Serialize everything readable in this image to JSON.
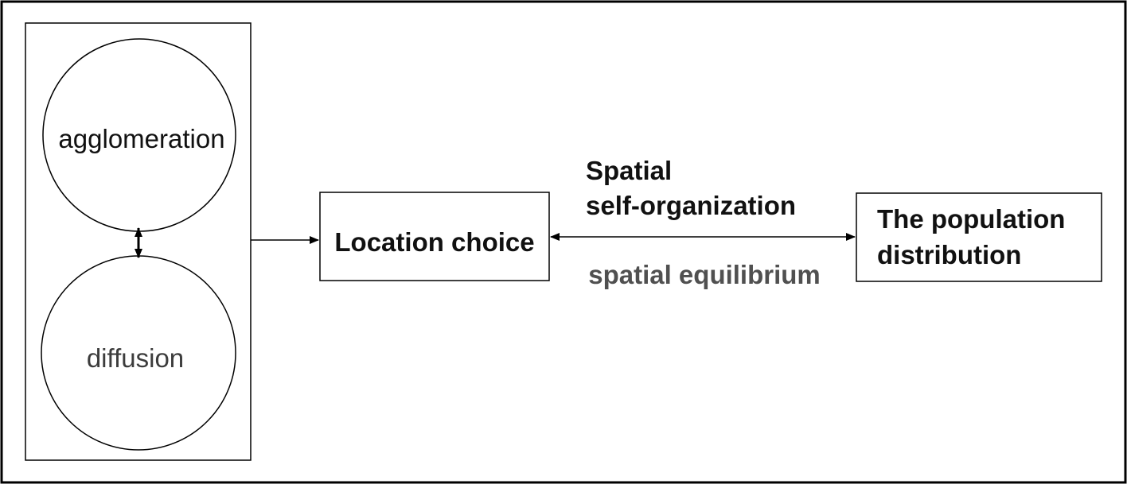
{
  "nodes": {
    "agglomeration": "agglomeration",
    "diffusion": "diffusion",
    "location_choice": "Location choice",
    "population_line1": "The population",
    "population_line2": "distribution"
  },
  "labels": {
    "top_line1": "Spatial",
    "top_line2": "self-organization",
    "bottom": "spatial equilibrium"
  },
  "colors": {
    "stroke": "#000000",
    "text_dark": "#111111",
    "text_gray": "#3c3c3c",
    "label_gray": "#505050"
  }
}
